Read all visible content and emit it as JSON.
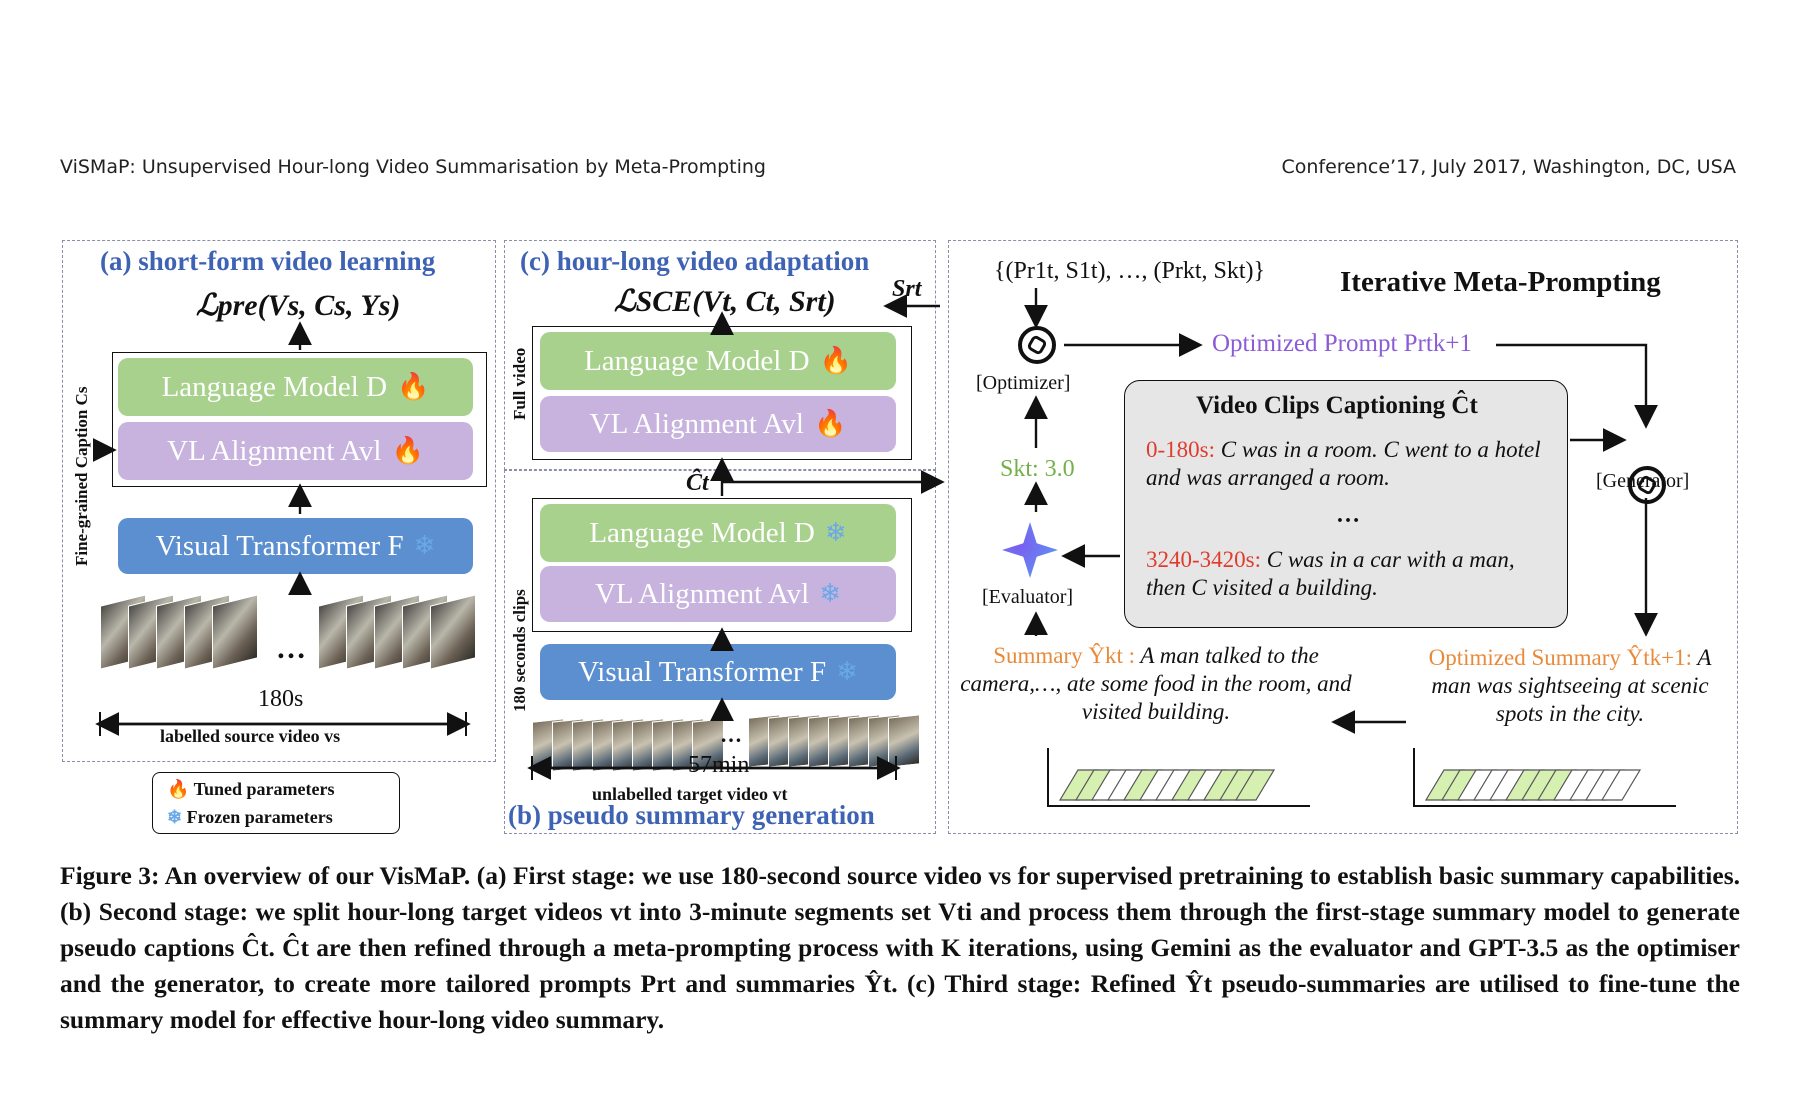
{
  "header": {
    "left": "ViSMaP: Unsupervised Hour-long Video Summarisation by Meta-Prompting",
    "right": "Conference’17, July 2017, Washington, DC, USA"
  },
  "panel_a": {
    "title": "(a) short-form video learning",
    "loss": "ℒpre(Vs, Cs, Ys)",
    "side_label": "Fine-grained Caption Cs",
    "language_model": "Language Model D",
    "vl_alignment": "VL Alignment Avl",
    "visual_transformer": "Visual Transformer F",
    "ellipsis": "…",
    "duration": "180s",
    "video_label": "labelled source video vs"
  },
  "legend": {
    "tuned": "Tuned parameters",
    "frozen": "Frozen parameters"
  },
  "panel_c": {
    "title": "(c) hour-long video adaptation",
    "loss": "ℒSCE(Vt, Ct, Srt)",
    "sr_label": "Srt",
    "side_label": "Full video",
    "language_model": "Language Model D",
    "vl_alignment": "VL Alignment Avl"
  },
  "panel_b": {
    "title": "(b) pseudo summary generation",
    "c_hat": "Ĉt",
    "side_label": "180 seconds clips",
    "language_model": "Language Model D",
    "vl_alignment": "VL Alignment Avl",
    "visual_transformer": "Visual Transformer F",
    "ellipsis": "…",
    "duration": "57min",
    "video_label": "unlabelled target video vt"
  },
  "meta": {
    "title": "Iterative Meta-Prompting",
    "pairs": "{(Pr1t, S1t), …, (Prkt, Skt)}",
    "optimizer": "[Optimizer]",
    "optimized_prompt": "Optimized Prompt Prtk+1",
    "generator": "[Generator]",
    "score": "Skt: 3.0",
    "evaluator": "[Evaluator]",
    "captions_title": "Video Clips Captioning Ĉt",
    "cap1_time": "0-180s:",
    "cap1_text": " C was in a room. C went to a hotel and was arranged a room.",
    "cap_dots": "…",
    "cap2_time": "3240-3420s:",
    "cap2_text": " C was in a car with a man, then C visited a building.",
    "summary_label": "Summary Ŷkt :",
    "summary_text": " A man talked to the camera,…, ate some food in the room, and visited building.",
    "opt_summary_label": "Optimized Summary Ŷtk+1:",
    "opt_summary_text": " A man was sightseeing at scenic spots in the city."
  },
  "caption": "Figure 3: An overview of our VisMaP. (a) First stage: we use 180-second source video vs for supervised pretraining to establish basic summary capabilities. (b) Second stage: we split hour-long target videos vt into 3-minute segments set Vti and process them through the first-stage summary model to generate pseudo captions Ĉt. Ĉt are then refined through a meta-prompting process with K iterations, using Gemini as the evaluator and GPT-3.5 as the optimiser and the generator, to create more tailored prompts Prt and summaries Ŷt. (c) Third stage: Refined Ŷt pseudo-summaries are utilised to fine-tune the summary model for effective hour-long video summary.",
  "colors": {
    "title_blue": "#3f63b4",
    "language_model": "#a9d18e",
    "vl_alignment": "#c7b3de",
    "visual_transformer": "#5b8fd0",
    "caption_box": "#e6e6e6",
    "time_red": "#e03c2e",
    "summary_orange": "#e98a3b",
    "score_green": "#74b04a",
    "prompt_purple": "#8b5cd6"
  },
  "icons": [
    "fire-icon",
    "snowflake-icon",
    "openai-icon",
    "evaluator-star-icon"
  ]
}
